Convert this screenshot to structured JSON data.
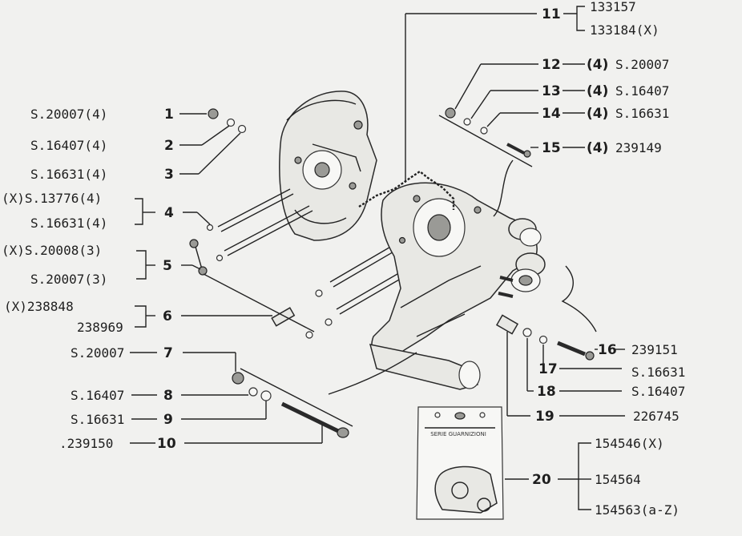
{
  "callouts": [
    {
      "n": "1",
      "codes": [
        "S.20007(4)"
      ]
    },
    {
      "n": "2",
      "codes": [
        "S.16407(4)"
      ]
    },
    {
      "n": "3",
      "codes": [
        "S.16631(4)"
      ]
    },
    {
      "n": "4",
      "codes": [
        "(X)S.13776(4)",
        "S.16631(4)"
      ]
    },
    {
      "n": "5",
      "codes": [
        "(X)S.20008(3)",
        "S.20007(3)"
      ]
    },
    {
      "n": "6",
      "codes": [
        "(X)238848",
        "238969"
      ]
    },
    {
      "n": "7",
      "codes": [
        "S.20007"
      ]
    },
    {
      "n": "8",
      "codes": [
        "S.16407"
      ]
    },
    {
      "n": "9",
      "codes": [
        "S.16631"
      ]
    },
    {
      "n": "10",
      "codes": [
        ".239150"
      ]
    },
    {
      "n": "11",
      "codes": [
        "133157",
        "133184(X)"
      ]
    },
    {
      "n": "12",
      "qty": "(4)",
      "codes": [
        "S.20007"
      ]
    },
    {
      "n": "13",
      "qty": "(4)",
      "codes": [
        "S.16407"
      ]
    },
    {
      "n": "14",
      "qty": "(4)",
      "codes": [
        "S.16631"
      ]
    },
    {
      "n": "15",
      "qty": "(4)",
      "codes": [
        "239149"
      ]
    },
    {
      "n": "16",
      "codes": [
        "239151"
      ]
    },
    {
      "n": "17",
      "codes": [
        "S.16631"
      ]
    },
    {
      "n": "18",
      "codes": [
        "S.16407"
      ]
    },
    {
      "n": "19",
      "codes": [
        "226745"
      ]
    },
    {
      "n": "20",
      "codes": [
        "154546(X)",
        "154564",
        "154563(a-Z)"
      ]
    }
  ],
  "gasket_kit": {
    "label": "SERIE GUARNIZIONI"
  }
}
